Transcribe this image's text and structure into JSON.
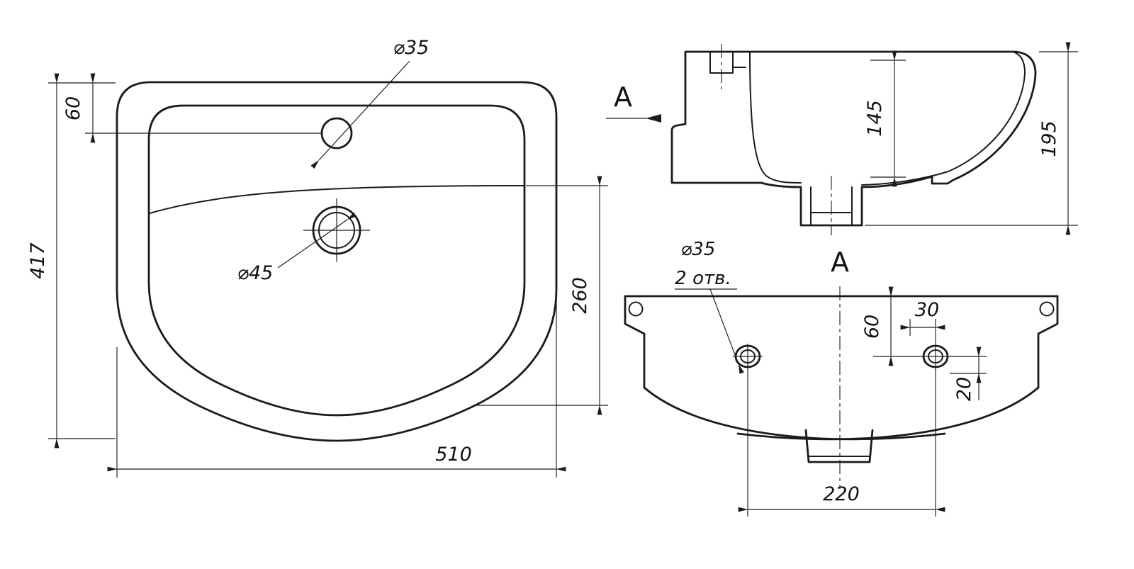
{
  "drawing_type": "washbasin technical drawing",
  "colors": {
    "line": "#1b1b1b",
    "background": "#ffffff"
  },
  "top_view": {
    "dim_faucet_hole_dia": "⌀35",
    "dim_drain_hole_dia": "⌀45",
    "dim_faucet_offset": "60",
    "dim_overall_depth": "417",
    "dim_basin_depth": "260",
    "dim_overall_width": "510"
  },
  "side_view": {
    "view_direction_label": "A",
    "dim_bowl_depth": "145",
    "dim_overall_height": "195"
  },
  "rear_view": {
    "view_title": "A",
    "label_hole_dia": "⌀35",
    "label_hole_count": "2 отв.",
    "dim_hole_top_offset": "60",
    "dim_offset_30": "30",
    "dim_offset_20": "20",
    "dim_hole_spacing": "220"
  }
}
